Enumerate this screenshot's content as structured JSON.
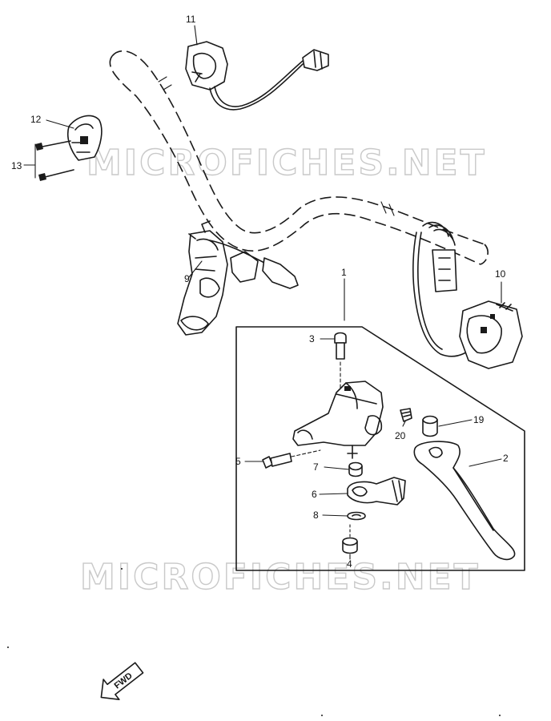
{
  "callouts": [
    {
      "id": "1",
      "label": "1"
    },
    {
      "id": "2",
      "label": "2"
    },
    {
      "id": "3",
      "label": "3"
    },
    {
      "id": "4",
      "label": "4"
    },
    {
      "id": "5",
      "label": "5"
    },
    {
      "id": "6",
      "label": "6"
    },
    {
      "id": "7",
      "label": "7"
    },
    {
      "id": "8",
      "label": "8"
    },
    {
      "id": "9",
      "label": "9"
    },
    {
      "id": "10",
      "label": "10"
    },
    {
      "id": "11",
      "label": "11"
    },
    {
      "id": "12",
      "label": "12"
    },
    {
      "id": "13",
      "label": "13"
    },
    {
      "id": "19",
      "label": "19"
    },
    {
      "id": "20",
      "label": "20"
    }
  ],
  "watermarks": [
    "MICROFICHES.NET",
    "MICROFICHES.NET"
  ],
  "direction_marker": "FWD",
  "colors": {
    "ink": "#1a1a1a",
    "watermark": "#c9c9c9",
    "background": "#ffffff"
  }
}
